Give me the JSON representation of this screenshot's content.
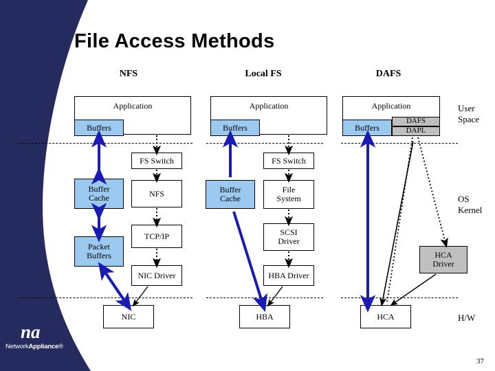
{
  "slide": {
    "title": "File Access Methods",
    "page_number": "37",
    "accent_navy": "#262B5F",
    "buffer_blue": "#9CC9F0",
    "driver_gray": "#BFBFBF",
    "arrow_blue": "#1A1AB4"
  },
  "logo": {
    "mark": "na",
    "wordmark_light": "Network",
    "wordmark_bold": "Appliance",
    "trademark": "®"
  },
  "columns": [
    {
      "id": "nfs",
      "heading": "NFS"
    },
    {
      "id": "local_fs",
      "heading": "Local FS"
    },
    {
      "id": "dafs",
      "heading": "DAFS"
    }
  ],
  "side_labels": [
    {
      "id": "user-space",
      "text": "User\nSpace"
    },
    {
      "id": "os-kernel",
      "text": "OS\nKernel"
    },
    {
      "id": "hardware",
      "text": "H/W"
    }
  ],
  "nfs_column": {
    "application": "Application",
    "buffers": "Buffers",
    "fs_switch": "FS Switch",
    "buffer_cache": "Buffer\nCache",
    "nfs": "NFS",
    "packet_buffers": "Packet\nBuffers",
    "tcpip": "TCP/IP",
    "nic_driver": "NIC Driver",
    "nic": "NIC"
  },
  "local_fs_column": {
    "application": "Application",
    "buffers": "Buffers",
    "fs_switch": "FS Switch",
    "buffer_cache": "Buffer\nCache",
    "file_system": "File\nSystem",
    "scsi_driver": "SCSI\nDriver",
    "hba_driver": "HBA Driver",
    "hba": "HBA"
  },
  "dafs_column": {
    "application": "Application",
    "buffers": "Buffers",
    "dafs": "DAFS",
    "dapl": "DAPL",
    "hca_driver": "HCA\nDriver",
    "hca": "HCA"
  }
}
